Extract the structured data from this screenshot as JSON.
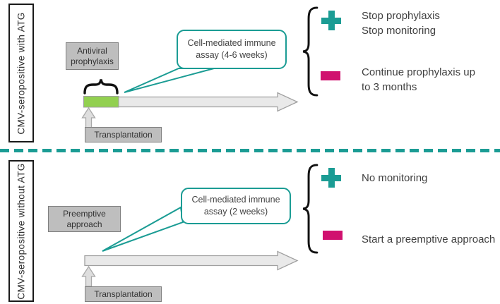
{
  "figure": {
    "type": "clinical-decision-diagram",
    "divider_style": "dashed",
    "colors": {
      "teal": "#1B9C94",
      "magenta": "#D0116F",
      "green": "#92D050",
      "box_gray": "#BEBEBE",
      "timeline_gray": "#E9E9E9",
      "brace_black": "#1A1A1A"
    },
    "icons": {
      "positive": "plus-icon",
      "negative": "minus-icon",
      "timeline": "right-arrow",
      "transplant_marker": "up-arrow"
    }
  },
  "sections": [
    {
      "label": "CMV-seropositive with ATG",
      "approach_lines": [
        "Antiviral",
        "prophylaxis"
      ],
      "callout_lines": [
        "Cell-mediated immune",
        "assay (4-6 weeks)"
      ],
      "transplant_label": "Transplantation",
      "outcomes": [
        {
          "icon": "plus-icon",
          "lines": [
            "Stop prophylaxis",
            "Stop monitoring"
          ]
        },
        {
          "icon": "minus-icon",
          "lines": [
            "Continue prophylaxis up",
            "to 3 months"
          ]
        }
      ]
    },
    {
      "label": "CMV-seropositive without ATG",
      "approach_lines": [
        "Preemptive",
        "approach"
      ],
      "callout_lines": [
        "Cell-mediated immune",
        "assay (2 weeks)"
      ],
      "transplant_label": "Transplantation",
      "outcomes": [
        {
          "icon": "plus-icon",
          "lines": [
            "No monitoring"
          ]
        },
        {
          "icon": "minus-icon",
          "lines": [
            "Start a preemptive approach"
          ]
        }
      ]
    }
  ]
}
